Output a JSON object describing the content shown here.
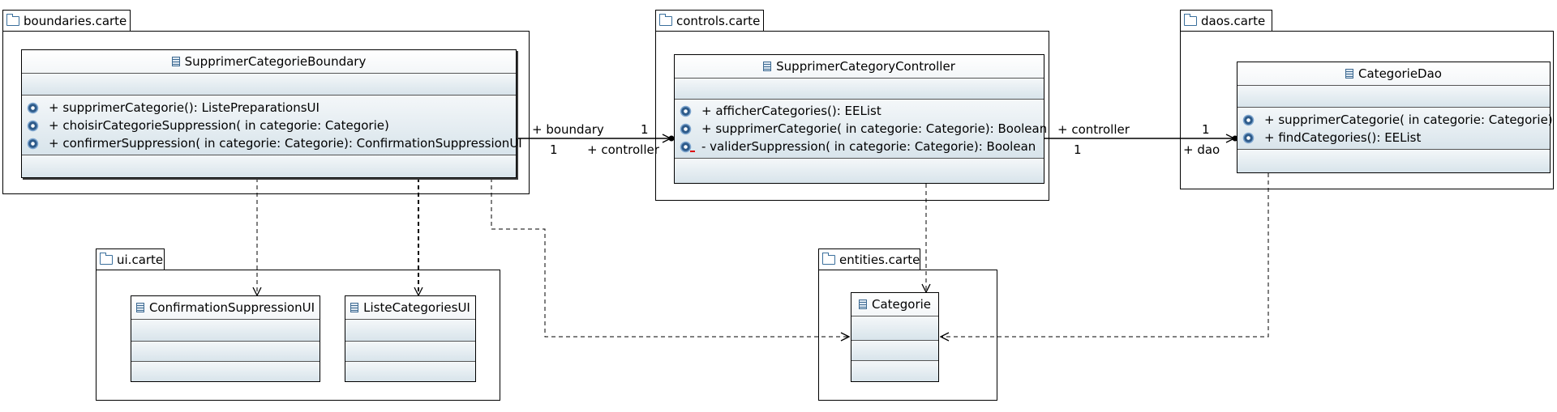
{
  "packages": {
    "boundaries": "boundaries.carte",
    "controls": "controls.carte",
    "daos": "daos.carte",
    "ui": "ui.carte",
    "entities": "entities.carte"
  },
  "classes": {
    "boundary": {
      "name": "SupprimerCategorieBoundary",
      "ops": [
        "+ supprimerCategorie(): ListePreparationsUI",
        "+ choisirCategorieSuppression(  in categorie: Categorie)",
        "+ confirmerSuppression(  in categorie: Categorie): ConfirmationSuppressionUI"
      ]
    },
    "controller": {
      "name": "SupprimerCategoryController",
      "ops": [
        "+ afficherCategories(): EEList",
        "+ supprimerCategorie(  in categorie: Categorie): Boolean",
        "- validerSuppression(  in categorie: Categorie): Boolean"
      ]
    },
    "dao": {
      "name": "CategorieDao",
      "ops": [
        "+ supprimerCategorie(  in categorie: Categorie)",
        "+ findCategories(): EEList"
      ]
    },
    "confirmation_ui": {
      "name": "ConfirmationSuppressionUI"
    },
    "liste_ui": {
      "name": "ListeCategoriesUI"
    },
    "categorie": {
      "name": "Categorie"
    }
  },
  "associations": {
    "boundary_controller": {
      "end_boundary": "+ boundary",
      "mult_boundary": "1",
      "end_controller": "+ controller",
      "mult_controller": "1"
    },
    "controller_dao": {
      "end_controller": "+ controller",
      "mult_controller": "1",
      "end_dao": "+ dao",
      "mult_dao": "1"
    }
  },
  "colors": {
    "compartment_top": "#f4f7f9",
    "compartment_bottom": "#d8e4eb",
    "icon_blue": "#2e5b8a",
    "line": "#000000"
  }
}
